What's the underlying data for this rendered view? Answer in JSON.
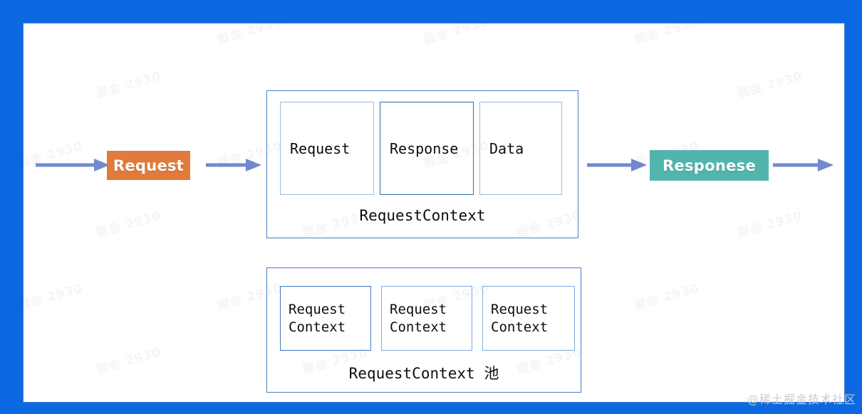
{
  "theme": {
    "frame_color": "#0B68E0",
    "sheet_color": "#ffffff",
    "arrow_color": "#7289CE",
    "request_pill_color": "#E07B3C",
    "response_pill_color": "#51B5AD",
    "container_border_color": "#4A80C4",
    "cell_border_light": "#9DBBDF",
    "cell_border_strong": "#2E6FAF",
    "text_color": "#0d0d0d"
  },
  "flow": {
    "request_pill_label": "Request",
    "response_pill_label": "Responese"
  },
  "request_context": {
    "caption": "RequestContext",
    "cells": [
      {
        "label": "Request",
        "emphasis": "light"
      },
      {
        "label": "Response",
        "emphasis": "strong"
      },
      {
        "label": "Data",
        "emphasis": "light"
      }
    ]
  },
  "request_context_pool": {
    "caption": "RequestContext 池",
    "cells": [
      {
        "line1": "Request",
        "line2": "Context",
        "emphasis": "strong"
      },
      {
        "line1": "Request",
        "line2": "Context",
        "emphasis": "light"
      },
      {
        "line1": "Request",
        "line2": "Context",
        "emphasis": "light"
      }
    ]
  },
  "arrows": [
    {
      "name": "arrow-inbound-to-request"
    },
    {
      "name": "arrow-request-to-context"
    },
    {
      "name": "arrow-context-to-response"
    },
    {
      "name": "arrow-response-outbound"
    }
  ],
  "watermarks": {
    "corner": "@稀土掘金技术社区",
    "background": "掘金 2930"
  }
}
